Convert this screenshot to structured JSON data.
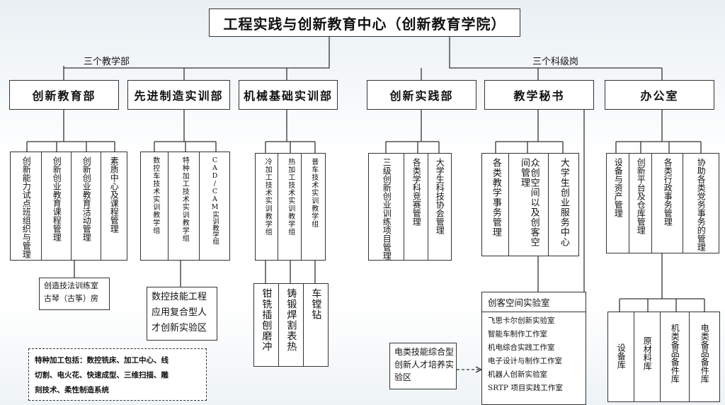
{
  "center": {
    "title": "工程实践与创新教育中心（创新教育学院）"
  },
  "groups": {
    "teaching": "三个教学部",
    "research": "三个科级岗"
  },
  "departments": {
    "innovation_education": "创新教育部",
    "advanced_manufacturing": "先进制造实训部",
    "mechanical_basic": "机械基础实训部",
    "innovation_practice": "创新实践部",
    "teaching_secretary": "教学秘书",
    "office": "办公室"
  },
  "innov_edu_items": [
    "创新能力试点班组织与管理",
    "创新创业教育课程管理",
    "创新创业教育活动管理",
    "素质中心及课程管理"
  ],
  "innov_edu_sub": {
    "line1": "创造技法训练室",
    "line2": "古琴（古筝）房"
  },
  "adv_mfg_items": [
    "数控车技术实训教学组",
    "特种加工技术实训教学组",
    "CAD/CAM实训教学组"
  ],
  "adv_mfg_sub": {
    "line1": "数控技能工程",
    "line2": "应用复合型人",
    "line3": "才创新实验区"
  },
  "mech_basic_items": [
    "冷加工技术实训教学组",
    "热加工技术实训教学组",
    "普车技术实训教学组"
  ],
  "mech_basic_sub": [
    "钳铣插刨磨冲",
    "铸锻焊割表热",
    "车镗钻"
  ],
  "innov_practice_items": [
    "三级创新创业训练项目管理",
    "各类学科竞赛管理",
    "大学生科技协会管理"
  ],
  "secretary_items": [
    "各类教学事务管理",
    "众创空间以及创客空间管理",
    "大学生创业服务中心"
  ],
  "office_items": [
    "设备与资产管理",
    "创新平台及仓库管理",
    "各类行政事务管理",
    "协助各类党务事务的管理"
  ],
  "office_sub": [
    "设备库",
    "原材料库",
    "机类备品备件库",
    "电类备品备件库"
  ],
  "electrical_lab": {
    "line1": "电类技能综合型",
    "line2": "创新人才培养实",
    "line3": "验区"
  },
  "maker_lab": {
    "title": "创客空间实验室",
    "items": [
      "飞思卡尔创新实验室",
      "智能车制作工作室",
      "机电综合实践工作室",
      "电子设计与制作工作室",
      "机器人创新实验室",
      "SRTP 项目实践工作室"
    ]
  },
  "special_note": {
    "line1": "特种加工包括：数控铣床、加工中心、线",
    "line2": "切割、电火花、快速成型、三维扫描、雕",
    "line3": "刻技术、柔性制造系统"
  }
}
